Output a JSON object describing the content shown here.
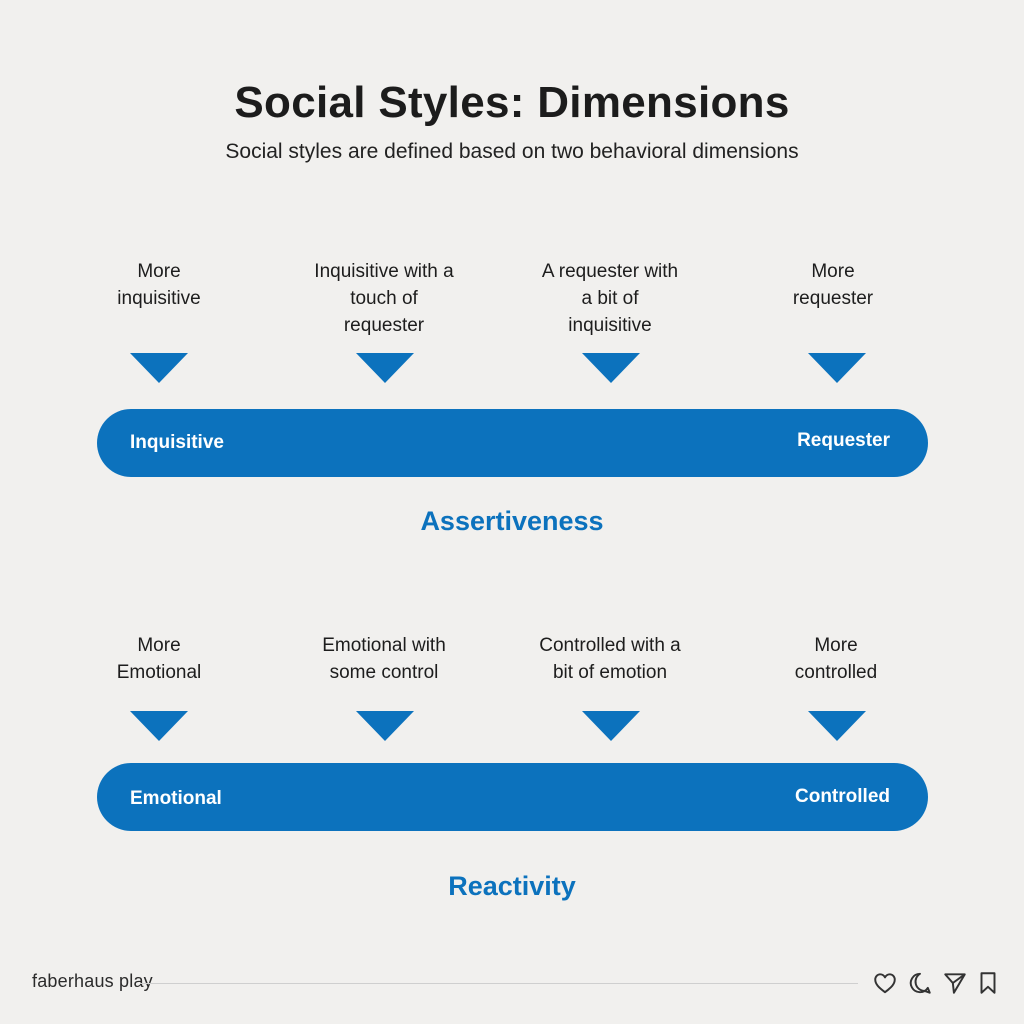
{
  "header": {
    "title": "Social Styles: Dimensions",
    "subtitle": "Social styles are defined based on two behavioral dimensions"
  },
  "dimensions": [
    {
      "name": "Assertiveness",
      "left_end": "Inquisitive",
      "right_end": "Requester",
      "levels": [
        "More\ninquisitive",
        "Inquisitive with a\ntouch of\nrequester",
        "A requester with\na bit of\ninquisitive",
        "More\nrequester"
      ]
    },
    {
      "name": "Reactivity",
      "left_end": "Emotional",
      "right_end": "Controlled",
      "levels": [
        "More\nEmotional",
        "Emotional with\nsome control",
        "Controlled with a\nbit of emotion",
        "More\ncontrolled"
      ]
    }
  ],
  "footer": {
    "brand": "faberhaus play",
    "icons": [
      "heart-icon",
      "comment-icon",
      "share-icon",
      "bookmark-icon"
    ]
  },
  "colors": {
    "accent": "#0c72bd",
    "background": "#f1f0ee"
  }
}
